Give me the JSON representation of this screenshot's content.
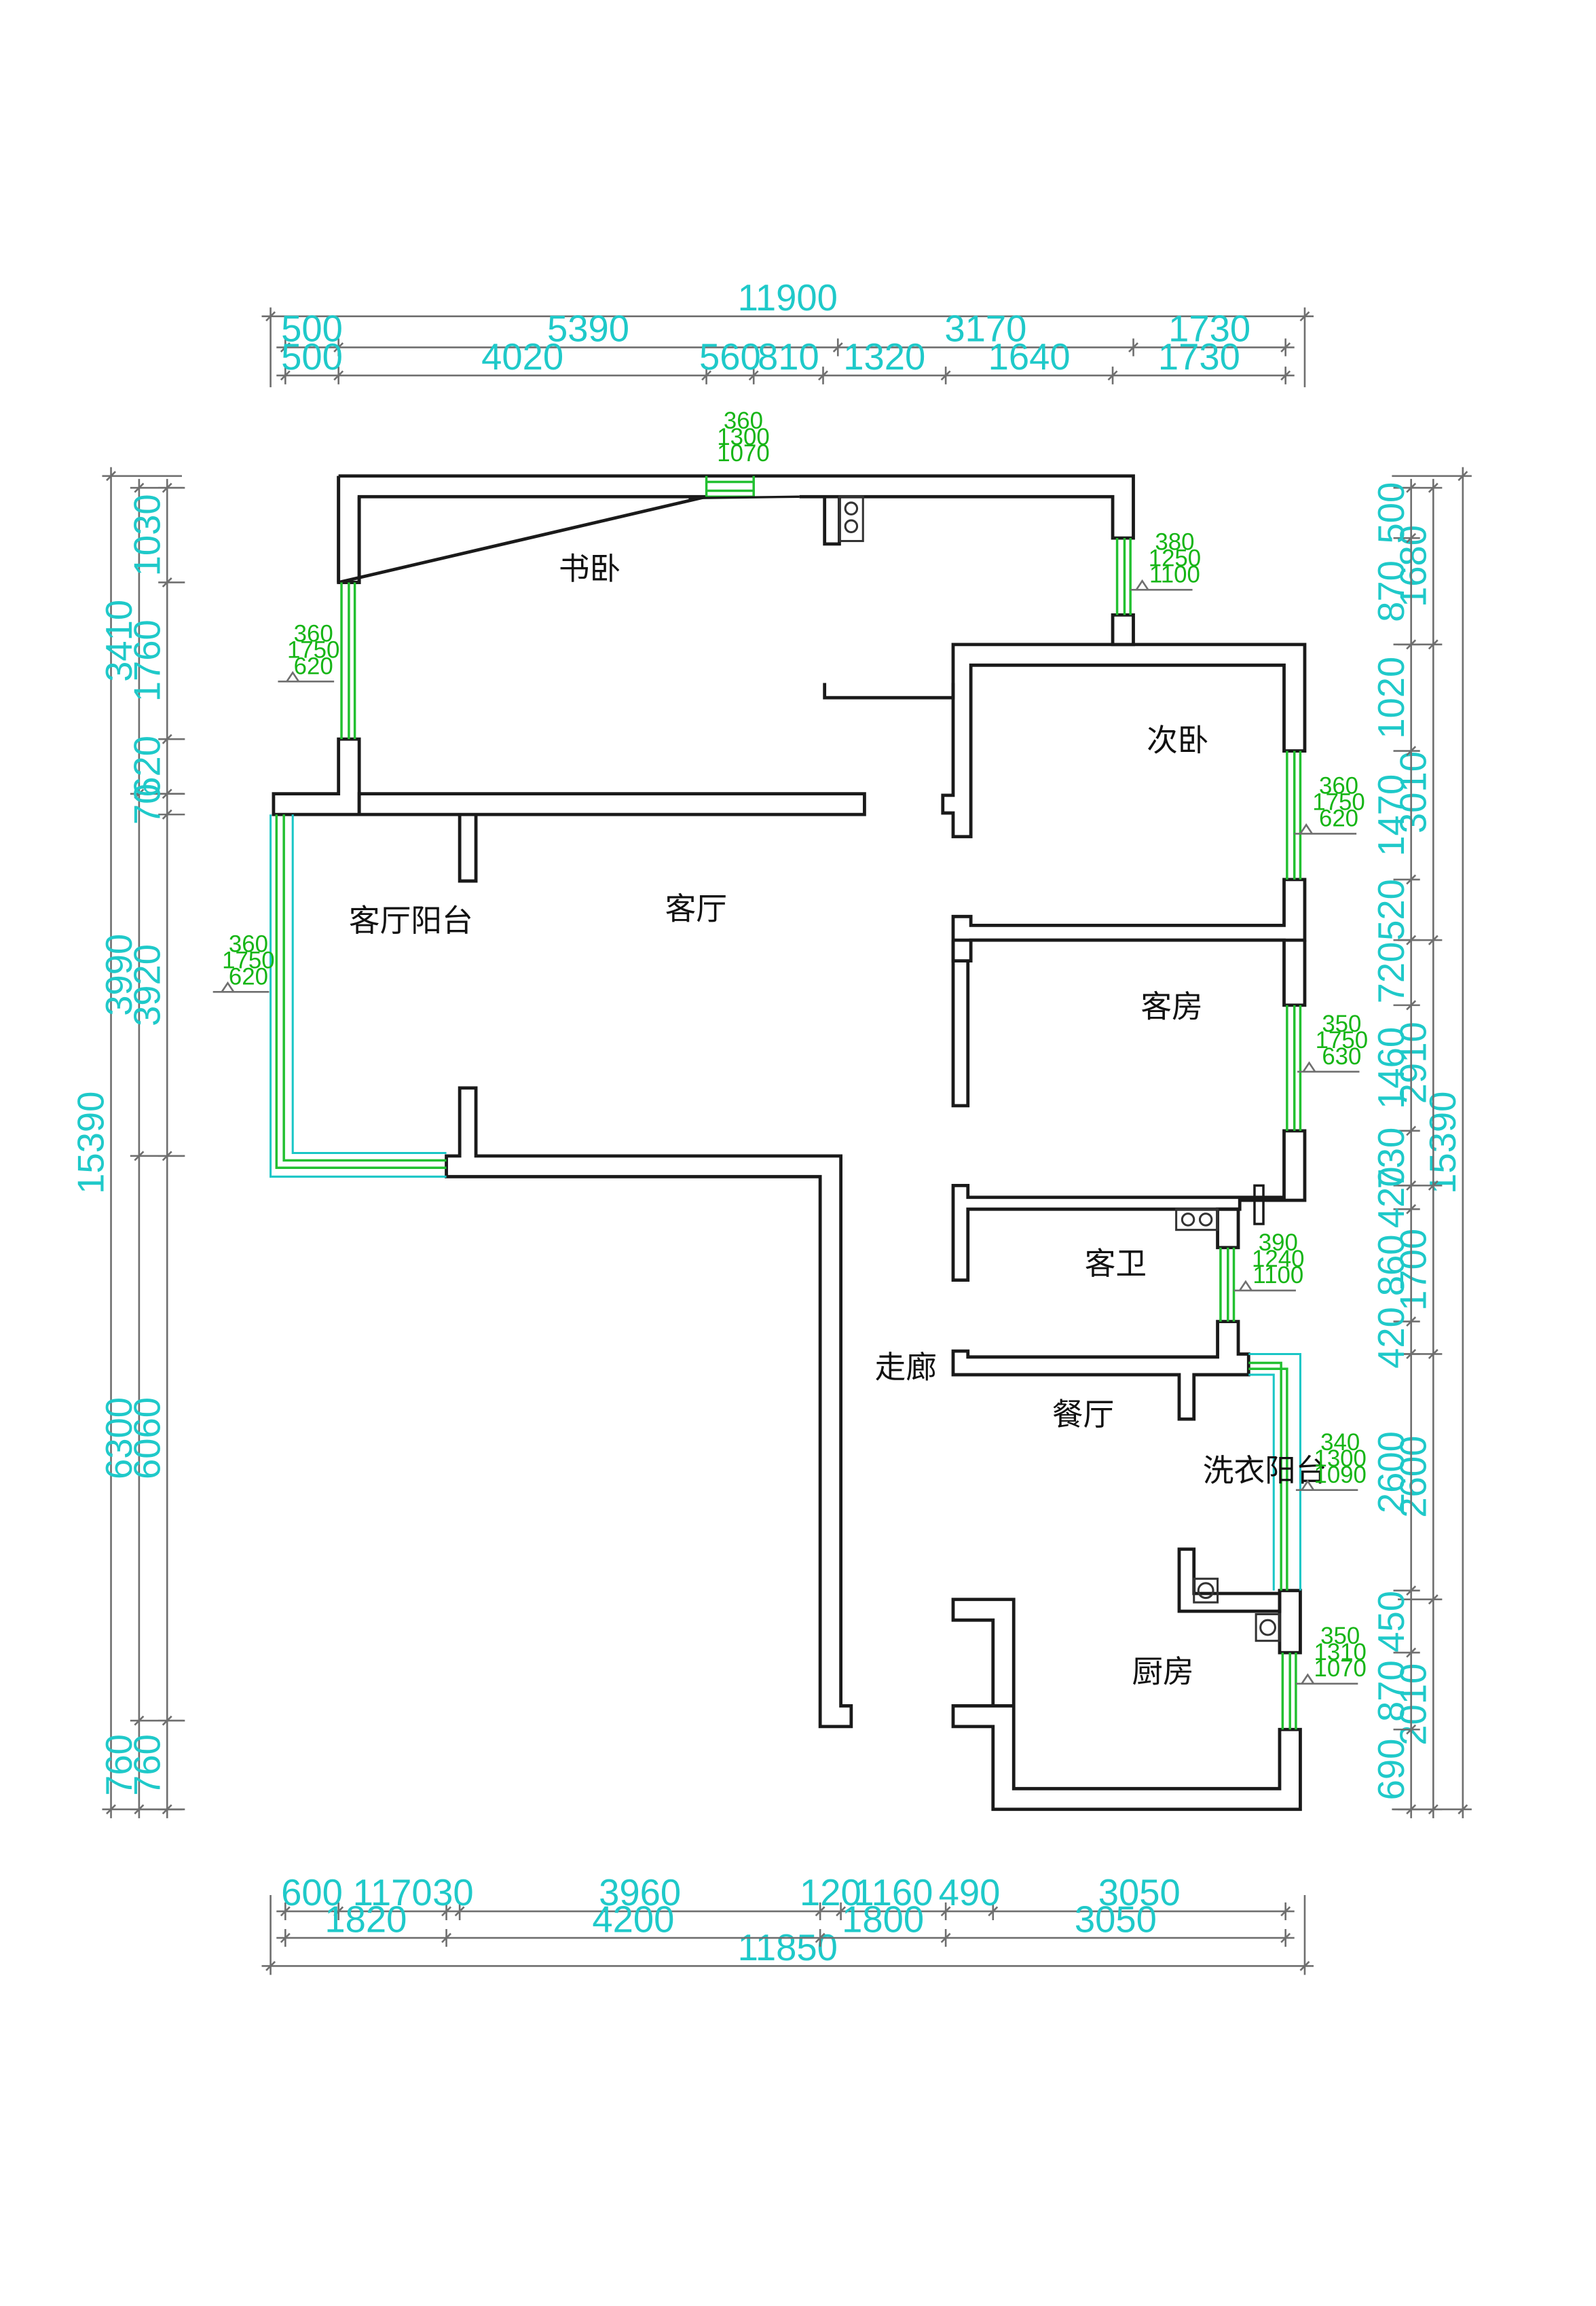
{
  "rooms": [
    {
      "key": "study",
      "label": "书卧"
    },
    {
      "key": "second_bedroom",
      "label": "次卧"
    },
    {
      "key": "living_balcony",
      "label": "客厅阳台"
    },
    {
      "key": "living_room",
      "label": "客厅"
    },
    {
      "key": "guest_room",
      "label": "客房"
    },
    {
      "key": "guest_bath",
      "label": "客卫"
    },
    {
      "key": "corridor",
      "label": "走廊"
    },
    {
      "key": "dining",
      "label": "餐厅"
    },
    {
      "key": "laundry_balcony",
      "label": "洗衣阳台"
    },
    {
      "key": "kitchen",
      "label": "厨房"
    }
  ],
  "windows": [
    {
      "key": "w_top",
      "lines": [
        "360",
        "1300",
        "1070"
      ]
    },
    {
      "key": "w_study_right",
      "lines": [
        "380",
        "1250",
        "1100"
      ]
    },
    {
      "key": "w_study_left",
      "lines": [
        "360",
        "1750",
        "620"
      ]
    },
    {
      "key": "w_second_bedroom",
      "lines": [
        "360",
        "1750",
        "620"
      ]
    },
    {
      "key": "w_balcony",
      "lines": [
        "360",
        "1750",
        "620"
      ]
    },
    {
      "key": "w_guest_room",
      "lines": [
        "350",
        "1750",
        "630"
      ]
    },
    {
      "key": "w_guest_bath",
      "lines": [
        "390",
        "1240",
        "1100"
      ]
    },
    {
      "key": "w_laundry",
      "lines": [
        "340",
        "1300",
        "1090"
      ]
    },
    {
      "key": "w_kitchen",
      "lines": [
        "350",
        "1310",
        "1070"
      ]
    }
  ],
  "dimensions": {
    "top_total": "11900",
    "top_row1": [
      "500",
      "5390",
      "3170",
      "1730"
    ],
    "top_row2": [
      "500",
      "4020",
      "560",
      "810",
      "1320",
      "1640",
      "1730"
    ],
    "bottom_total": "11850",
    "bottom_row1": [
      "600",
      "1170",
      "30",
      "3960",
      "120",
      "1160",
      "490",
      "3050"
    ],
    "bottom_row2": [
      "1820",
      "4200",
      "1800",
      "3050"
    ],
    "left_total": "15390",
    "left_outer": [
      "3410",
      "3990",
      "6300",
      "760"
    ],
    "left_inner": [
      "1030",
      "1760",
      "620",
      "70",
      "3920",
      "6060",
      "760"
    ],
    "right_total": "15390",
    "right_outer": [
      "1680",
      "3010",
      "2910",
      "1700",
      "2600",
      "2010"
    ],
    "right_inner": [
      "500",
      "870",
      "1020",
      "1470",
      "520",
      "720",
      "1460",
      "730",
      "420",
      "860",
      "420",
      "2600",
      "450",
      "870",
      "690"
    ]
  }
}
